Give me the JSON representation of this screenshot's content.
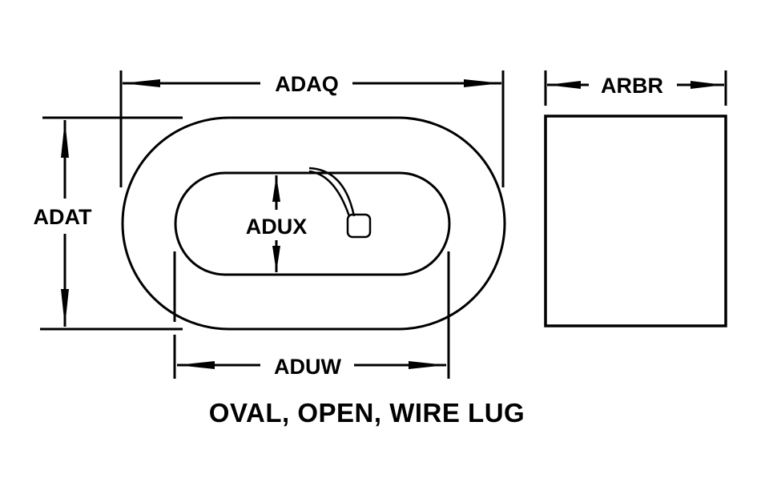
{
  "diagram": {
    "title": "OVAL, OPEN, WIRE LUG",
    "dimensions": {
      "overall_length": "ADAQ",
      "thickness": "ARBR",
      "overall_height": "ADAT",
      "inner_height": "ADUX",
      "inner_length": "ADUW"
    },
    "colors": {
      "line": "#000000",
      "background": "#ffffff"
    }
  }
}
